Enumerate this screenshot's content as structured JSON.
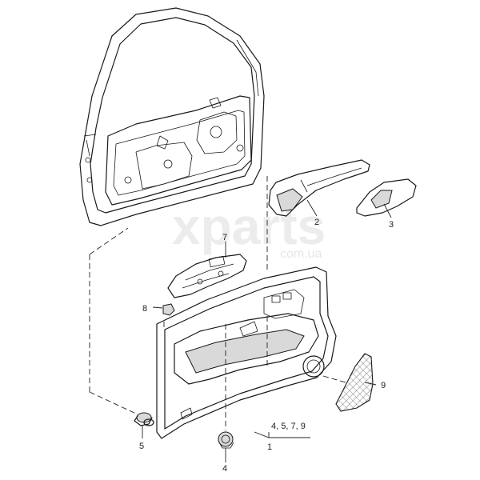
{
  "watermark": {
    "brand": "xparts",
    "domain": "com.ua"
  },
  "callouts": {
    "c1": "1",
    "c2": "2",
    "c3": "3",
    "c4": "4",
    "c5": "5",
    "c7": "7",
    "c8": "8",
    "c9": "9",
    "group": "4, 5, 7, 9"
  }
}
